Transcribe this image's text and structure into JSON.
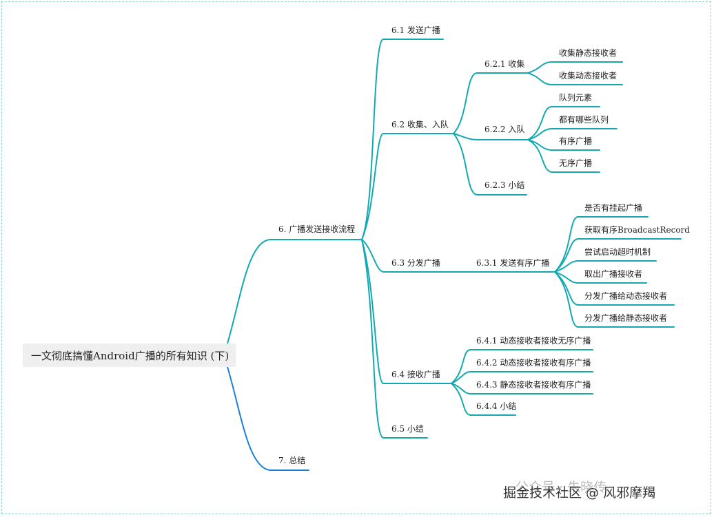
{
  "root": {
    "label": "一文彻底搞懂Android广播的所有知识 (下)"
  },
  "nodes": {
    "n6": "6. 广播发送接收流程",
    "n7": "7. 总结",
    "n6_1": "6.1 发送广播",
    "n6_2": "6.2 收集、入队",
    "n6_3": "6.3 分发广播",
    "n6_4": "6.4 接收广播",
    "n6_5": "6.5 小结",
    "n6_2_1": "6.2.1 收集",
    "n6_2_2": "6.2.2 入队",
    "n6_2_3": "6.2.3 小结",
    "n6_2_1_a": "收集静态接收者",
    "n6_2_1_b": "收集动态接收者",
    "n6_2_2_a": "队列元素",
    "n6_2_2_b": "都有哪些队列",
    "n6_2_2_c": "有序广播",
    "n6_2_2_d": "无序广播",
    "n6_3_1": "6.3.1 发送有序广播",
    "n6_3_1_a": "是否有挂起广播",
    "n6_3_1_b": "获取有序BroadcastRecord",
    "n6_3_1_c": "尝试启动超时机制",
    "n6_3_1_d": "取出广播接收者",
    "n6_3_1_e": "分发广播给动态接收者",
    "n6_3_1_f": "分发广播给静态接收者",
    "n6_4_1": "6.4.1 动态接收者接收无序广播",
    "n6_4_2": "6.4.2 动态接收者接收有序广播",
    "n6_4_3": "6.4.3 静态接收者接收有序广播",
    "n6_4_4": "6.4.4 小结"
  },
  "watermark": {
    "main": "掘金技术社区 @ 风邪摩羯",
    "ghost": "公众号 · 朱晓传"
  },
  "colors": {
    "teal": "#12aab0",
    "blue": "#1a7fd8",
    "root_bg": "#efefef"
  }
}
